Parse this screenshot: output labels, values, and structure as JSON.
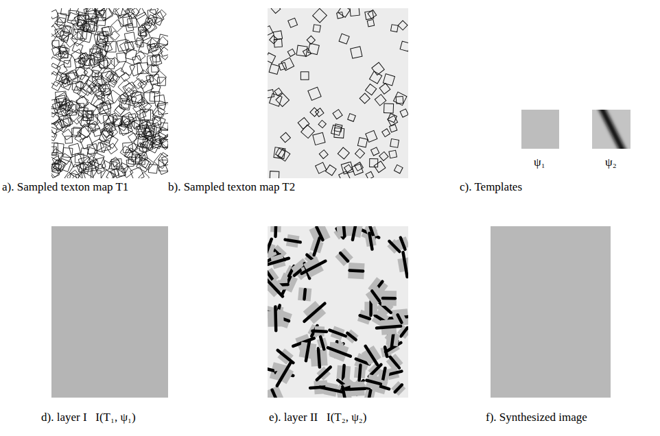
{
  "diagram": {
    "labels": [
      "a). Sampled texton map T1",
      "b). Sampled texton map T2",
      "c). Templates",
      "ψ₁",
      "ψ₂",
      "d). layer I   I(T₁, ψ₁)",
      "e). layer II   I(T₂, ψ₂)",
      "f). Synthesized image"
    ]
  }
}
